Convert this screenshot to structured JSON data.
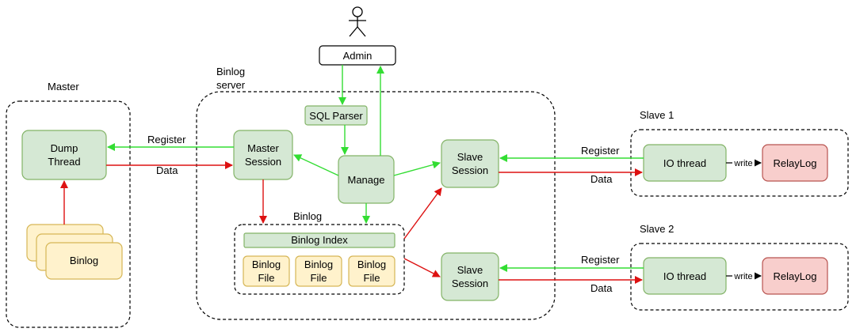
{
  "labels": {
    "master": "Master",
    "binlog_server": "Binlog",
    "binlog_server_2": "server",
    "binlog_group": "Binlog",
    "slave1": "Slave 1",
    "slave2": "Slave 2"
  },
  "nodes": {
    "admin": "Admin",
    "sql_parser": "SQL Parser",
    "dump_thread_1": "Dump",
    "dump_thread_2": "Thread",
    "master_session_1": "Master",
    "master_session_2": "Session",
    "manage": "Manage",
    "slave_session_1a": "Slave",
    "slave_session_1b": "Session",
    "slave_session_2a": "Slave",
    "slave_session_2b": "Session",
    "binlog_index": "Binlog Index",
    "binlog_file_a1": "Binlog",
    "binlog_file_a2": "File",
    "binlog_file_b1": "Binlog",
    "binlog_file_b2": "File",
    "binlog_file_c1": "Binlog",
    "binlog_file_c2": "File",
    "master_binlog": "Binlog",
    "io_thread_1": "IO thread",
    "io_thread_2": "IO thread",
    "relaylog_1": "RelayLog",
    "relaylog_2": "RelayLog"
  },
  "edges": {
    "register_master": "Register",
    "data_master": "Data",
    "register_slave1": "Register",
    "data_slave1": "Data",
    "register_slave2": "Register",
    "data_slave2": "Data",
    "write1": "write",
    "write2": "write"
  },
  "colors": {
    "green_fill": "#d5e8d4",
    "green_stroke": "#82b366",
    "yellow_fill": "#fff2cc",
    "yellow_stroke": "#d6b656",
    "red_fill": "#f8cecc",
    "red_stroke": "#b85450",
    "green_arrow": "#33dd33",
    "red_arrow": "#dd1111"
  }
}
